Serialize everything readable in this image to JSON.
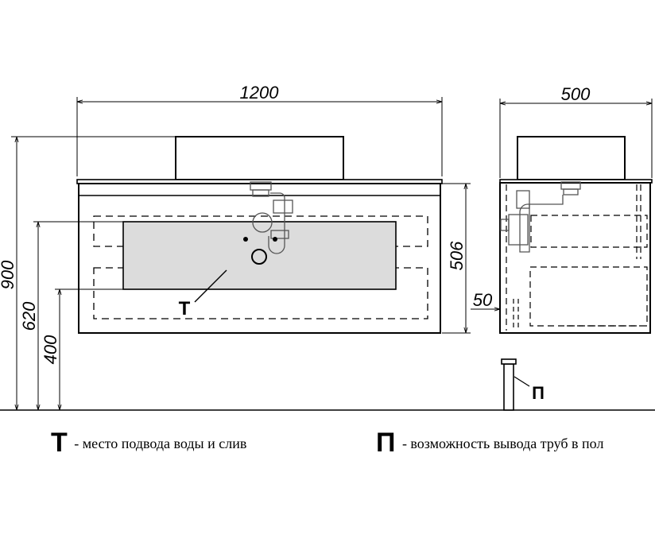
{
  "front_view": {
    "width_dim": "1200",
    "height_total_dim": "900",
    "height_620_dim": "620",
    "height_400_dim": "400",
    "cabinet_height_dim": "506",
    "t_marker": "Т"
  },
  "side_view": {
    "depth_dim": "500",
    "offset_dim": "50",
    "p_marker": "П"
  },
  "legend": {
    "t_symbol": "Т",
    "t_text": "- место подвода воды и слив",
    "p_symbol": "П",
    "p_text": "- возможность вывода труб в пол"
  },
  "colors": {
    "line": "#000000",
    "shaded_zone": "#dcdcdc",
    "pipe": "#555555"
  }
}
